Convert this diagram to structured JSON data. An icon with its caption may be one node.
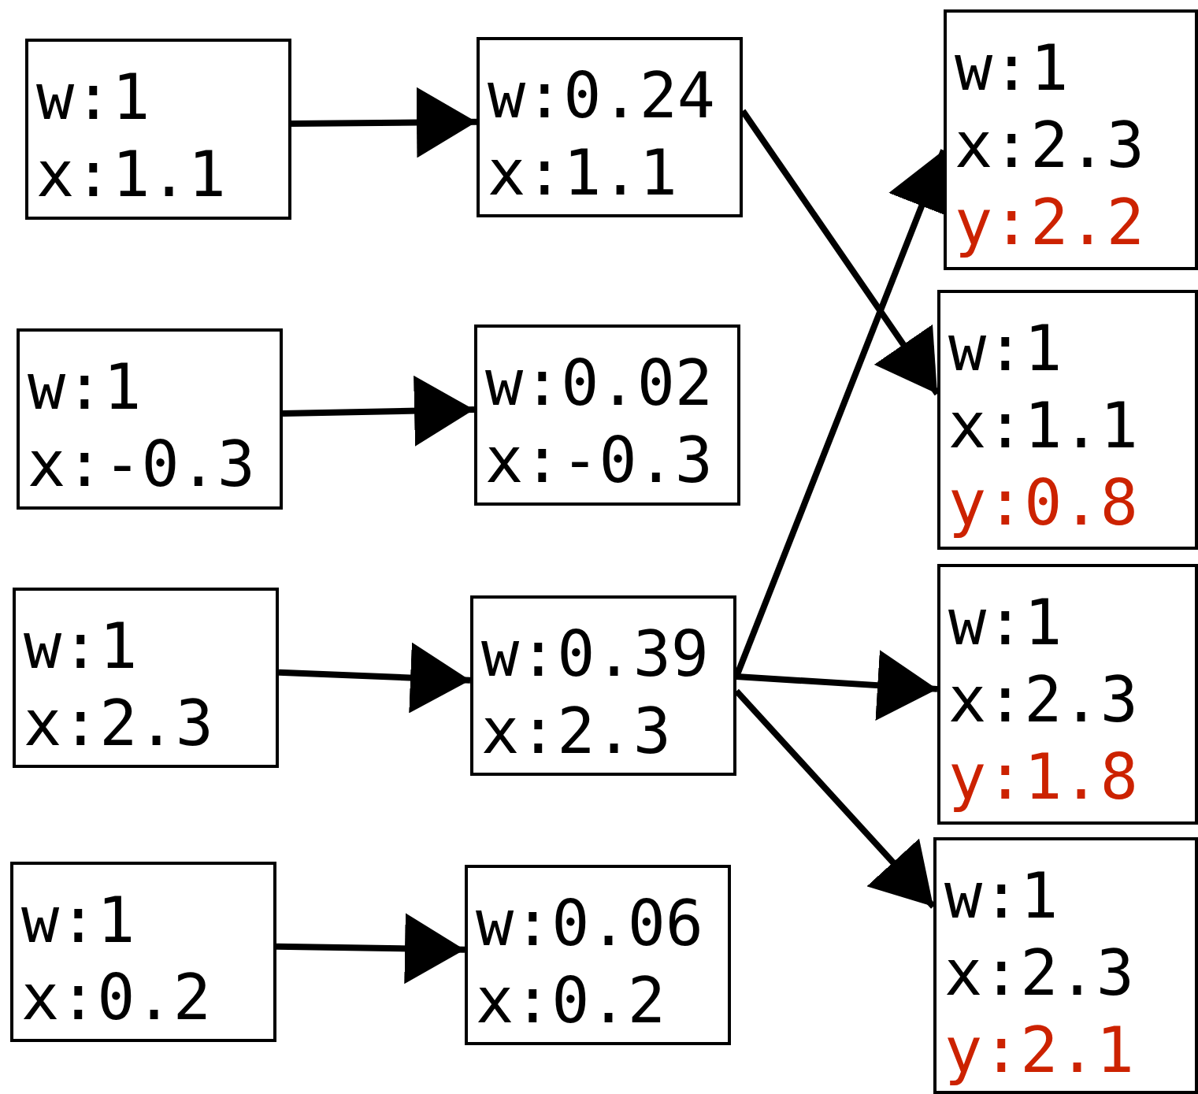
{
  "diagram": {
    "nodes": [
      {
        "text": [
          "w:1",
          "x:1.1"
        ]
      },
      {
        "text": [
          "w:1",
          "x:-0.3"
        ]
      },
      {
        "text": [
          "w:1",
          "x:2.3"
        ]
      },
      {
        "text": [
          "w:1",
          "x:0.2"
        ]
      },
      {
        "text": [
          "w:0.24",
          "x:1.1"
        ]
      },
      {
        "text": [
          "w:0.02",
          "x:-0.3"
        ]
      },
      {
        "text": [
          "w:0.39",
          "x:2.3"
        ]
      },
      {
        "text": [
          "w:0.06",
          "x:0.2"
        ]
      },
      {
        "text": [
          "w:1",
          "x:2.3",
          "y:2.2"
        ]
      },
      {
        "text": [
          "w:1",
          "x:1.1",
          "y:0.8"
        ]
      },
      {
        "text": [
          "w:1",
          "x:2.3",
          "y:1.8"
        ]
      },
      {
        "text": [
          "w:1",
          "x:2.3",
          "y:2.1"
        ]
      }
    ],
    "edges": [
      {
        "from": 0,
        "to": 4,
        "arrow": "to"
      },
      {
        "from": 1,
        "to": 5,
        "arrow": "to"
      },
      {
        "from": 2,
        "to": 6,
        "arrow": "to"
      },
      {
        "from": 3,
        "to": 7,
        "arrow": "to"
      },
      {
        "from": 4,
        "to": 9,
        "arrow": "to"
      },
      {
        "from": 6,
        "to": 8,
        "arrow": "to"
      },
      {
        "from": 6,
        "to": 10,
        "arrow": "to"
      },
      {
        "from": 6,
        "to": 11,
        "arrow": "to"
      }
    ]
  }
}
